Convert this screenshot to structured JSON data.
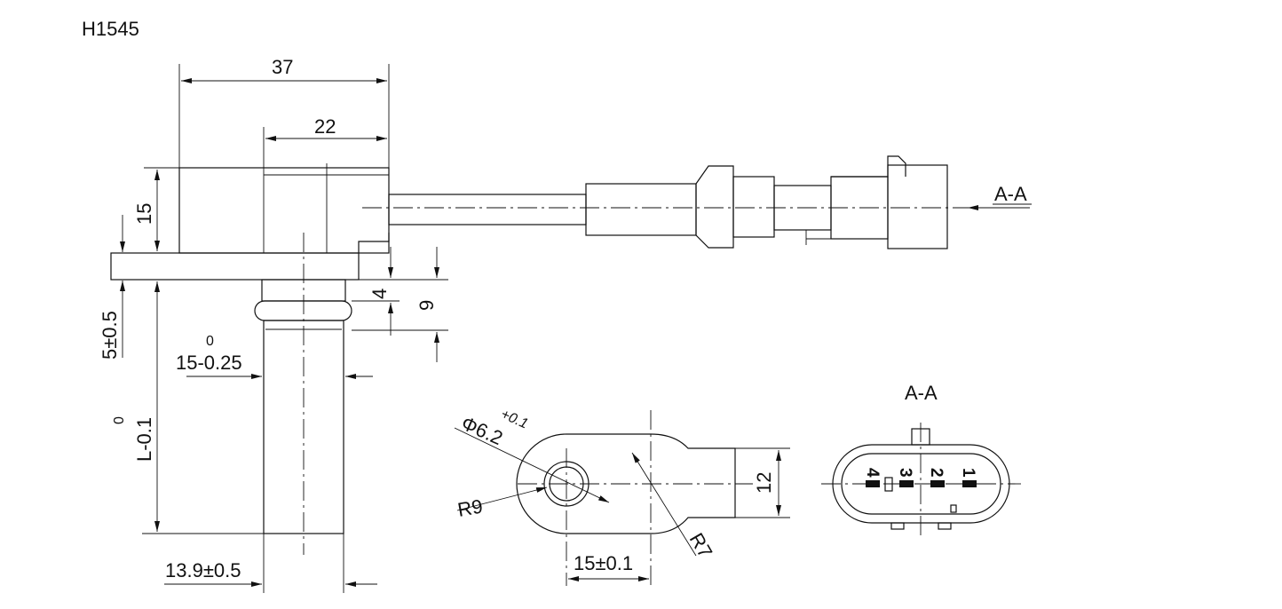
{
  "part_number": "H1545",
  "dimensions": {
    "overall_length": "37",
    "upper_body_length": "22",
    "head_height": "15",
    "flange_thickness": "5±0.5",
    "groove_width": "4",
    "groove_offset": "9",
    "shaft_diameter": "15-0.25",
    "shaft_diameter_upper_tol": "0",
    "insertion_length": "L-0.1",
    "insertion_length_upper_tol": "0",
    "offset": "13.9±0.5",
    "hole_diameter": "Φ6.2",
    "hole_diameter_tol": "+0.1",
    "flange_radius_left": "R9",
    "flange_radius_right": "R7",
    "flange_width": "12",
    "hole_spacing": "15±0.1"
  },
  "section": {
    "marker": "A-A",
    "title": "A-A",
    "pins": [
      "4",
      "3",
      "2",
      "1"
    ]
  }
}
